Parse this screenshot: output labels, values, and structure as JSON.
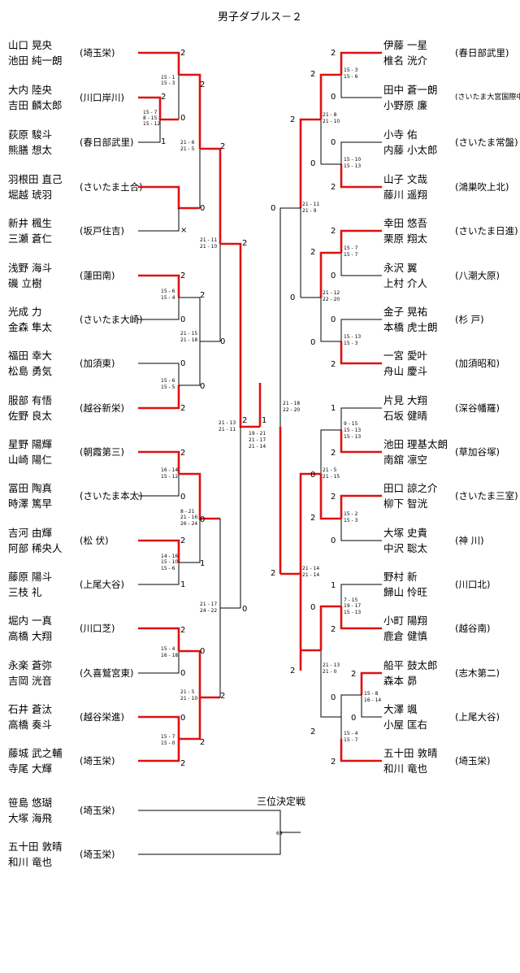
{
  "title": "男子ダブルス－２",
  "left_teams": [
    {
      "p1": "山口 晃央",
      "p2": "池田 純一朗",
      "school": "(埼玉栄)"
    },
    {
      "p1": "大内 陸央",
      "p2": "吉田 麟太郎",
      "school": "(川口岸川)"
    },
    {
      "p1": "荻原 駿斗",
      "p2": "熊膳 想太",
      "school": "(春日部武里)"
    },
    {
      "p1": "羽根田 直己",
      "p2": "堀越 琥羽",
      "school": "(さいたま土合)"
    },
    {
      "p1": "新井 楓生",
      "p2": "三瀬 蒼仁",
      "school": "(坂戸住吉)"
    },
    {
      "p1": "浅野 海斗",
      "p2": "磯 立樹",
      "school": "(蓮田南)"
    },
    {
      "p1": "光成 力",
      "p2": "金森 隼太",
      "school": "(さいたま大崎)"
    },
    {
      "p1": "福田 幸大",
      "p2": "松島 勇気",
      "school": "(加須東)"
    },
    {
      "p1": "服部 有悟",
      "p2": "佐野 良太",
      "school": "(越谷新栄)"
    },
    {
      "p1": "星野 陽輝",
      "p2": "山崎 陽仁",
      "school": "(朝霞第三)"
    },
    {
      "p1": "冨田 陶真",
      "p2": "時澤 篤早",
      "school": "(さいたま本太)"
    },
    {
      "p1": "吉河 由輝",
      "p2": "阿部 稀央人",
      "school": "(松 伏)"
    },
    {
      "p1": "藤原 陽斗",
      "p2": "三枝 礼",
      "school": "(上尾大谷)"
    },
    {
      "p1": "堀内 一真",
      "p2": "高橋 大翔",
      "school": "(川口芝)"
    },
    {
      "p1": "永楽 蒼弥",
      "p2": "吉岡 洸音",
      "school": "(久喜鷲宮東)"
    },
    {
      "p1": "石井 蒼汰",
      "p2": "高橋 奏斗",
      "school": "(越谷栄進)"
    },
    {
      "p1": "藤城 武之輔",
      "p2": "寺尾 大輝",
      "school": "(埼玉栄)"
    }
  ],
  "right_teams": [
    {
      "p1": "伊藤 一星",
      "p2": "椎名 洸介",
      "school": "(春日部武里)"
    },
    {
      "p1": "田中 蒼一朗",
      "p2": "小野原 廉",
      "school": "(さいたま大宮国際中等)"
    },
    {
      "p1": "小寺 佑",
      "p2": "内藤 小太郎",
      "school": "(さいたま常盤)"
    },
    {
      "p1": "山子 文哉",
      "p2": "藤川 遥翔",
      "school": "(鴻巣吹上北)"
    },
    {
      "p1": "幸田 悠吾",
      "p2": "栗原 翔太",
      "school": "(さいたま日進)"
    },
    {
      "p1": "永沢 翼",
      "p2": "上村 介人",
      "school": "(八潮大原)"
    },
    {
      "p1": "金子 晃祐",
      "p2": "本橋 虎士朗",
      "school": "(杉 戸)"
    },
    {
      "p1": "一宮 愛叶",
      "p2": "舟山 慶斗",
      "school": "(加須昭和)"
    },
    {
      "p1": "片見 大翔",
      "p2": "石坂 健晴",
      "school": "(深谷幡羅)"
    },
    {
      "p1": "池田 理基太朗",
      "p2": "南舘 凛空",
      "school": "(草加谷塚)"
    },
    {
      "p1": "田口 諒之介",
      "p2": "柳下 智洸",
      "school": "(さいたま三室)"
    },
    {
      "p1": "大塚 史貴",
      "p2": "中沢 聡太",
      "school": "(神 川)"
    },
    {
      "p1": "野村 新",
      "p2": "歸山 怜旺",
      "school": "(川口北)"
    },
    {
      "p1": "小町 陽翔",
      "p2": "鹿倉 健慎",
      "school": "(越谷南)"
    },
    {
      "p1": "船平 鼓太郎",
      "p2": "森本 昴",
      "school": "(志木第二)"
    },
    {
      "p1": "大澤 颯",
      "p2": "小屋 匡右",
      "school": "(上尾大谷)"
    },
    {
      "p1": "五十田 敦晴",
      "p2": "和川 竜也",
      "school": "(埼玉栄)"
    }
  ],
  "third_place": {
    "label": "三位決定戦",
    "teams": [
      {
        "p1": "笹島 悠瑚",
        "p2": "大塚 海飛",
        "school": "(埼玉栄)"
      },
      {
        "p1": "五十田 敦晴",
        "p2": "和川 竜也",
        "school": "(埼玉栄)"
      }
    ],
    "score": "69"
  },
  "colors": {
    "winner_line": "#dd1111",
    "line": "#000000"
  }
}
